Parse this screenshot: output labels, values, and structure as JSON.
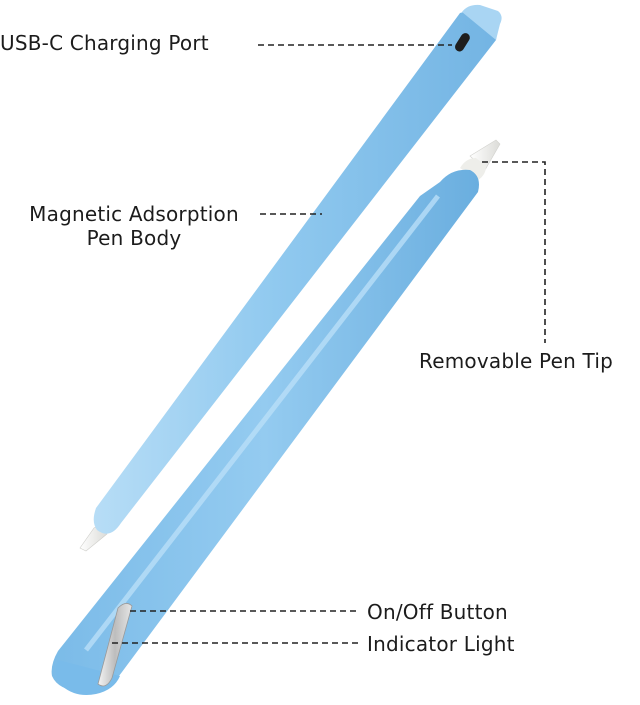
{
  "callouts": {
    "usb_port": "USB-C Charging Port",
    "pen_body_line1": "Magnetic Adsorption",
    "pen_body_line2": "Pen Body",
    "pen_tip": "Removable Pen Tip",
    "on_off_button": "On/Off Button",
    "indicator_light": "Indicator Light"
  },
  "colors": {
    "pen_body": "#8fc8ee",
    "pen_shade": "#6fb2e2",
    "pen_highlight": "#b4dcf6",
    "tip": "#f2f2f0",
    "port": "#1e1e1e",
    "leader_line": "#222222",
    "button_metal": "#cfcfcf"
  }
}
